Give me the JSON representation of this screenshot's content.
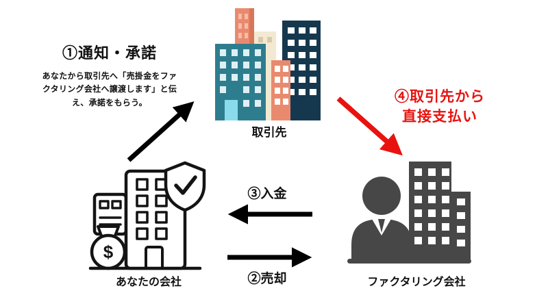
{
  "steps": {
    "step1": {
      "title": "①通知・承諾",
      "description_line1": "あなたから取引先へ「売掛金をファ",
      "description_line2": "クタリング会社へ譲渡します」と伝",
      "description_line3": "え、承諾をもらう。"
    },
    "step2": {
      "label": "②売却"
    },
    "step3": {
      "label": "③入金"
    },
    "step4": {
      "label_line1": "④取引先から",
      "label_line2": "直接支払い",
      "color": "#e8120f"
    }
  },
  "nodes": {
    "client": {
      "label": "取引先"
    },
    "your_company": {
      "label": "あなたの会社"
    },
    "factoring_company": {
      "label": "ファクタリング会社"
    }
  },
  "icons": {
    "client": "buildings-cluster-icon",
    "your_company": "outline-office-with-money-bag-and-shield-icon",
    "factoring_company": "businessman-with-building-icon",
    "money_symbol": "$"
  },
  "colors": {
    "arrow_black": "#000000",
    "arrow_red": "#e8120f",
    "teal_building": "#2e7d8f",
    "salmon_building": "#e98a6e",
    "navy_building": "#16384f",
    "cream_building": "#f3e9d2",
    "silhouette_gray": "#474747",
    "door_cyan": "#8adbeb"
  }
}
